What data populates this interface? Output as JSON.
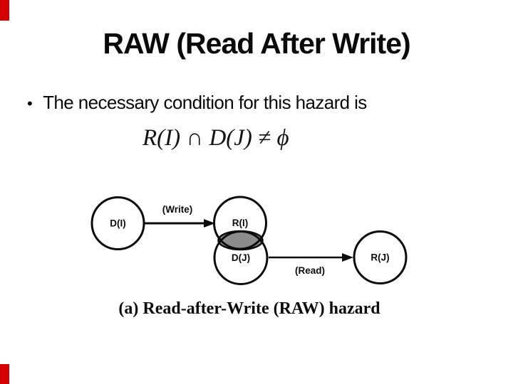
{
  "slide": {
    "title": "RAW (Read After Write)",
    "bullet_glyph": "•",
    "bullet_text": "The necessary condition for this hazard is",
    "formula": "R(I) ∩ D(J) ≠ ϕ",
    "accent_color": "#d40000"
  },
  "diagram": {
    "nodes": [
      {
        "id": "d-i",
        "label": "D(I)"
      },
      {
        "id": "r-i",
        "label": "R(I)"
      },
      {
        "id": "d-j",
        "label": "D(J)"
      },
      {
        "id": "r-j",
        "label": "R(J)"
      }
    ],
    "edges": [
      {
        "id": "write",
        "label": "(Write)"
      },
      {
        "id": "read",
        "label": "(Read)"
      }
    ],
    "overlap_fill": "#8c8c8c",
    "ink_color": "#0b0b0b",
    "caption": "(a) Read-after-Write (RAW) hazard"
  }
}
